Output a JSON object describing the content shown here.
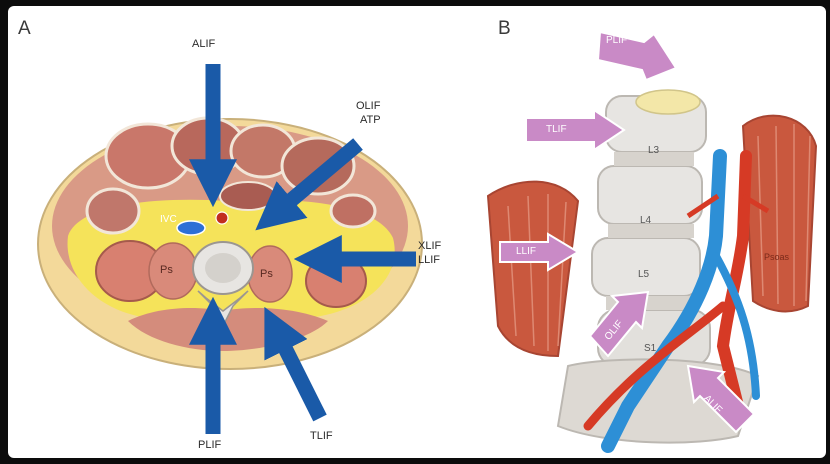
{
  "panel_a": {
    "letter": "A",
    "labels": {
      "alif": "ALIF",
      "olif": "OLIF",
      "atp": "ATP",
      "xlif": "XLIF",
      "llif": "LLIF",
      "plif": "PLIF",
      "tlif": "TLIF"
    },
    "anatomy": {
      "psoas_left": "Ps",
      "psoas_right": "Ps",
      "ivc": "IVC"
    }
  },
  "panel_b": {
    "letter": "B",
    "labels": {
      "plif": "PLIF",
      "tlif": "TLIF",
      "llif": "LLIF",
      "olif": "OLIF",
      "alif": "ALIF"
    },
    "vertebrae": {
      "l3": "L3",
      "l4": "L4",
      "l5": "L5",
      "s1": "S1"
    },
    "muscle_label": "Psoas"
  },
  "colors": {
    "blue_arrow": "#1a5aa8",
    "purple_arrow": "#c98ac6",
    "fat_yellow": "#f5e35a",
    "flesh": "#d98a7a",
    "muscle": "#c9583e",
    "artery": "#d63a25",
    "vein": "#2d8fd6",
    "bone": "#e7e5e2"
  }
}
